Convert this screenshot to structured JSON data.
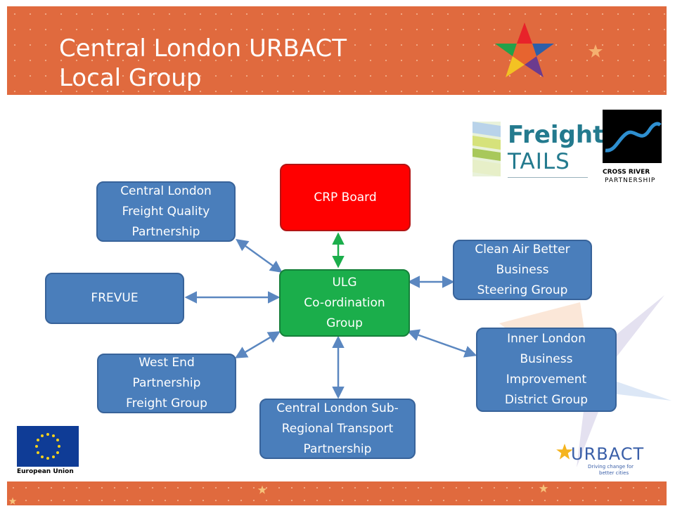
{
  "slide": {
    "title_lines": [
      "Central London URBACT",
      "Local Group"
    ]
  },
  "nodes": {
    "crp_board": {
      "lines": [
        "CRP Board"
      ]
    },
    "ulg": {
      "lines": [
        "ULG",
        "Co-ordination",
        "Group"
      ]
    },
    "freight_quality": {
      "lines": [
        "Central London",
        "Freight Quality",
        "Partnership"
      ]
    },
    "frevue": {
      "lines": [
        "FREVUE"
      ]
    },
    "west_end": {
      "lines": [
        "West End",
        "Partnership",
        "Freight Group"
      ]
    },
    "sub_regional": {
      "lines": [
        "Central London Sub-",
        "Regional Transport",
        "Partnership"
      ]
    },
    "inner_london": {
      "lines": [
        "Inner London",
        "Business",
        "Improvement",
        "District Group"
      ]
    },
    "clean_air": {
      "lines": [
        "Clean Air Better",
        "Business",
        "Steering Group"
      ]
    }
  },
  "colors": {
    "header_orange": "#E06A3E",
    "node_blue": "#4A7EBB",
    "node_green": "#1BAE4B",
    "node_red": "#FF0000",
    "arrow_blue": "#5B87C0",
    "arrow_green": "#1BAE4B"
  },
  "logos": {
    "freight_tails": {
      "word1": "Freight",
      "word2": "TAILS"
    },
    "cross_river": {
      "line1": "CROSS RIVER",
      "line2": "PARTNERSHIP"
    },
    "eu": {
      "label": "European Union"
    },
    "urbact": {
      "name": "URBACT",
      "tagline_1": "Driving change for",
      "tagline_2": "better cities"
    }
  }
}
